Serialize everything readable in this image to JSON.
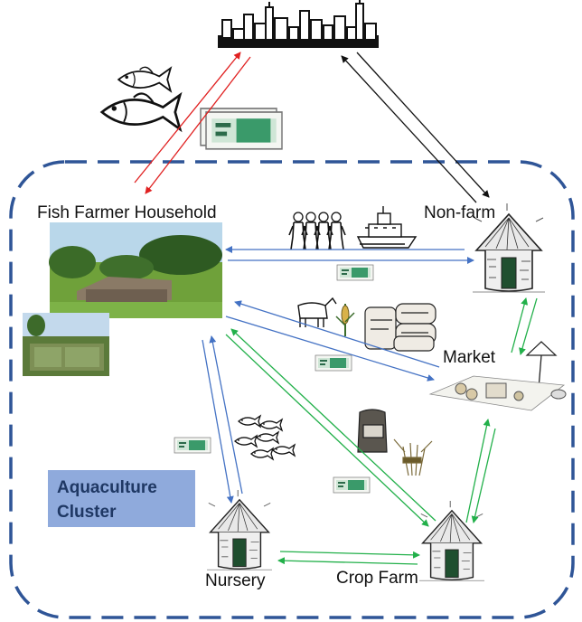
{
  "labels": {
    "fish_farmer_household": "Fish Farmer Household",
    "non_farm": "Non-farm",
    "market": "Market",
    "nursery": "Nursery",
    "crop_farm": "Crop Farm"
  },
  "cluster_box": {
    "line1": "Aquaculture",
    "line2": "Cluster",
    "fill": "#8faadc",
    "text_color": "#1f3864"
  },
  "colors": {
    "cluster_border": "#2f5597",
    "money_flow": "#4472c4",
    "product_flow_green": "#22b04a",
    "city_flow_red": "#e02020",
    "city_flow_black": "#111111",
    "banknote": "#3a9a6a"
  },
  "icons": [
    "city-skyline-icon",
    "fish-icon",
    "banknote-icon",
    "hut-icon",
    "people-icon",
    "boat-icon",
    "goat-icon",
    "corn-icon",
    "rice-sacks-icon",
    "fish-school-icon",
    "grain-sack-icon",
    "rice-bundle-icon",
    "market-stall-icon"
  ]
}
